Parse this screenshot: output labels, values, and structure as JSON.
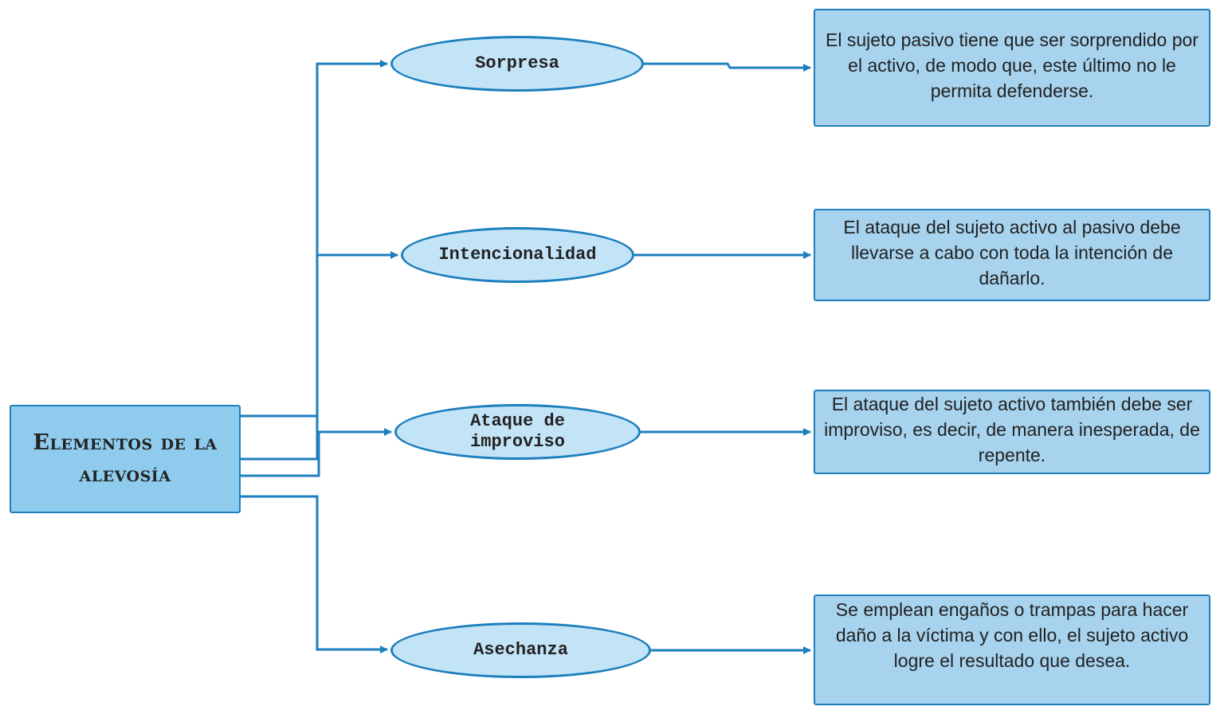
{
  "root": {
    "title": "Elementos de la alevosía"
  },
  "elements": [
    {
      "label": "Sorpresa",
      "description": "El sujeto pasivo tiene que ser sorprendido por el activo, de modo que, este último no le permita defenderse."
    },
    {
      "label": "Intencionalidad",
      "description": "El ataque del sujeto activo al pasivo debe llevarse a cabo con toda la intención de dañarlo."
    },
    {
      "label": "Ataque de improviso",
      "description": "El ataque del sujeto activo también debe ser improviso, es decir, de manera inesperada, de repente."
    },
    {
      "label": "Asechanza",
      "description": "Se emplean engaños o trampas para hacer daño a la víctima y con ello, el sujeto activo logre el resultado que desea."
    }
  ],
  "colors": {
    "line": "#1d7fbd",
    "root_fill": "#8fcbed",
    "pill_fill": "#c3e4f6",
    "desc_fill": "#a7d3ee"
  }
}
